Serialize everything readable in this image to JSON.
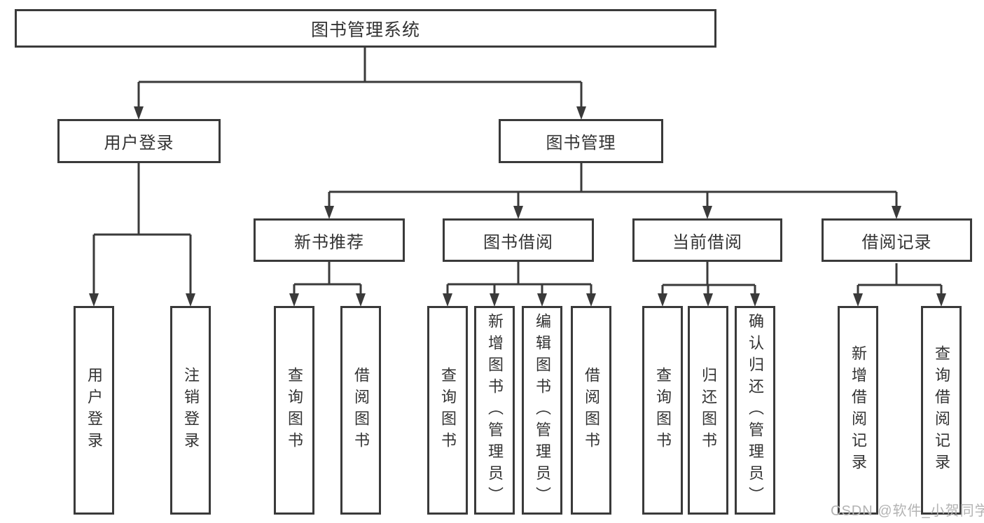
{
  "colors": {
    "line": "#3a3a3a",
    "text": "#333333",
    "boxBorder": "#3a3a3a",
    "background": "#ffffff",
    "watermark": "#b3b3b3"
  },
  "watermark": "CSDN @软件_小贺同学",
  "nodes": {
    "root": "图书管理系统",
    "userLogin": "用户登录",
    "bookMgmt": "图书管理",
    "newBookRec": "新书推荐",
    "bookBorrow": "图书借阅",
    "currentBorrow": "当前借阅",
    "borrowRecords": "借阅记录",
    "leaves": {
      "userLogin": "用户登录",
      "logout": "注销登录",
      "queryBookRec": "查询图书",
      "borrowBookRec": "借阅图书",
      "queryBookBorrow": "查询图书",
      "addBook": "新增图书（管理员）",
      "editBook": "编辑图书（管理员）",
      "borrowBookBorrow": "借阅图书",
      "queryBookCurrent": "查询图书",
      "returnBook": "归还图书",
      "confirmReturn": "确认归还（管理员）",
      "addBorrowRecord": "新增借阅记录",
      "queryBorrowRecord": "查询借阅记录"
    }
  }
}
